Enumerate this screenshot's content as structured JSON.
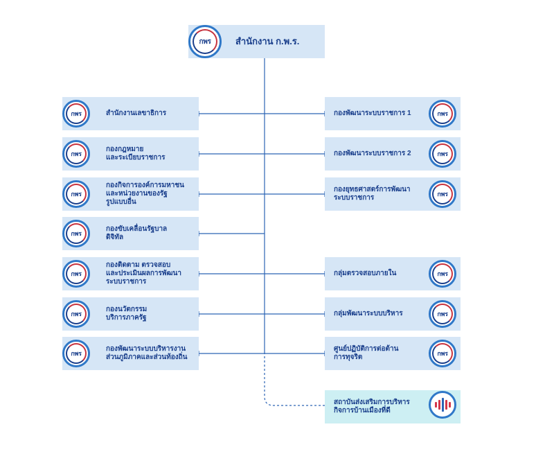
{
  "top": {
    "label": "สำนักงาน ก.พ.ร.",
    "logo_text": "กพร"
  },
  "left_units": [
    {
      "label": "สำนักงานเลขาธิการ"
    },
    {
      "label": "กองกฎหมาย\nและระเบียบราชการ"
    },
    {
      "label": "กองกิจการองค์การมหาชน\nและหน่วยงานของรัฐ\nรูปแบบอื่น"
    },
    {
      "label": "กองขับเคลื่อนรัฐบาล\nดิจิทัล"
    },
    {
      "label": "กองติดตาม ตรวจสอบ\nและประเมินผลการพัฒนา\nระบบราชการ"
    },
    {
      "label": "กองนวัตกรรม\nบริการภาครัฐ"
    },
    {
      "label": "กองพัฒนาระบบบริหารงาน\nส่วนภูมิภาคและส่วนท้องถิ่น"
    }
  ],
  "right_units": [
    {
      "label": "กองพัฒนาระบบราชการ 1"
    },
    {
      "label": "กองพัฒนาระบบราชการ 2"
    },
    {
      "label": "กองยุทธศาสตร์การพัฒนา\nระบบราชการ"
    },
    {
      "label": "กลุ่มตรวจสอบภายใน"
    },
    {
      "label": "กลุ่มพัฒนาระบบบริหาร"
    },
    {
      "label": "ศูนย์ปฏิบัติการต่อต้าน\nการทุจริต"
    }
  ],
  "affiliate": {
    "label": "สถาบันส่งเสริมการบริหาร\nกิจการบ้านเมืองที่ดี"
  },
  "logo_text": "กพร",
  "colors": {
    "box": "#d6e6f6",
    "affiliate_box": "#cdeff3",
    "text": "#1a3f8c",
    "line": "#2b63b5",
    "badge_border": "#2f78c8",
    "logo_red": "#c8343f"
  }
}
